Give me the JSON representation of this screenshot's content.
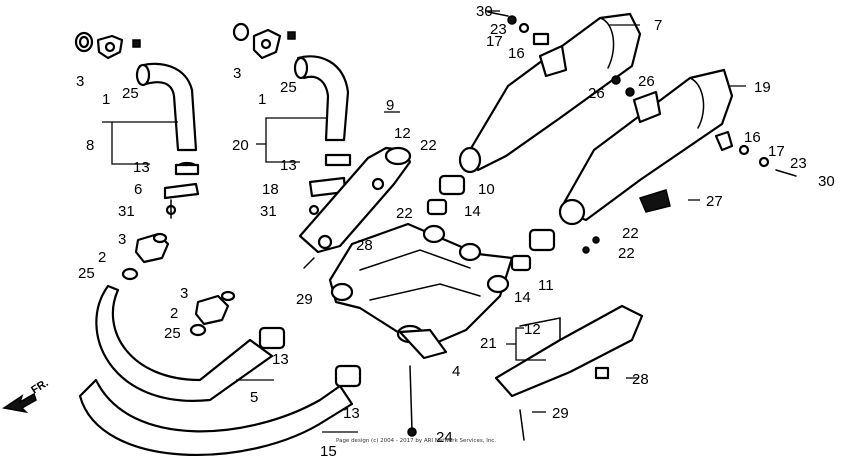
{
  "diagram": {
    "labels": {
      "l1a": "1",
      "l1b": "1",
      "l2a": "2",
      "l2b": "2",
      "l3a": "3",
      "l3b": "3",
      "l3c": "3",
      "l3d": "3",
      "l4": "4",
      "l5": "5",
      "l6": "6",
      "l7": "7",
      "l8": "8",
      "l9": "9",
      "l10": "10",
      "l11": "11",
      "l12a": "12",
      "l12b": "12",
      "l13a": "13",
      "l13b": "13",
      "l13c": "13",
      "l13d": "13",
      "l14a": "14",
      "l14b": "14",
      "l15": "15",
      "l16a": "16",
      "l16b": "16",
      "l17a": "17",
      "l17b": "17",
      "l18": "18",
      "l19": "19",
      "l20": "20",
      "l21": "21",
      "l22a": "22",
      "l22b": "22",
      "l22c": "22",
      "l22d": "22",
      "l23a": "23",
      "l23b": "23",
      "l24": "24",
      "l25a": "25",
      "l25b": "25",
      "l25c": "25",
      "l25d": "25",
      "l26a": "26",
      "l26b": "26",
      "l27": "27",
      "l28a": "28",
      "l28b": "28",
      "l29a": "29",
      "l29b": "29",
      "l30a": "30",
      "l30b": "30",
      "l31a": "31",
      "l31b": "31"
    },
    "direction_label": "FR.",
    "copyright": "Page design (c) 2004 - 2017 by ARI Network Services, Inc."
  }
}
